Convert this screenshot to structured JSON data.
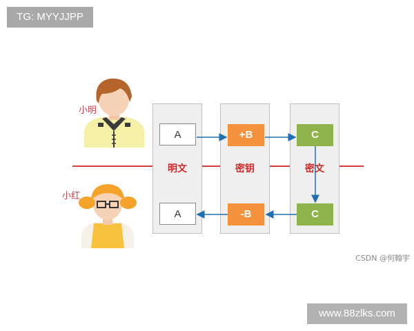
{
  "tag_badge": "TG: MYYJJPP",
  "people": {
    "top": "小明",
    "bottom": "小红"
  },
  "columns": [
    {
      "label": "明文",
      "top_cell": "A",
      "bottom_cell": "A"
    },
    {
      "label": "密钥",
      "top_cell": "+B",
      "bottom_cell": "-B"
    },
    {
      "label": "密文",
      "top_cell": "C",
      "bottom_cell": "C"
    }
  ],
  "credit": "CSDN @何翰宇",
  "watermark": "www.88zlks.com",
  "colors": {
    "line": "#d23b3b",
    "arrow": "#1f6fb2",
    "key_cell": "#f5923e",
    "cipher_cell": "#8fb44c"
  }
}
